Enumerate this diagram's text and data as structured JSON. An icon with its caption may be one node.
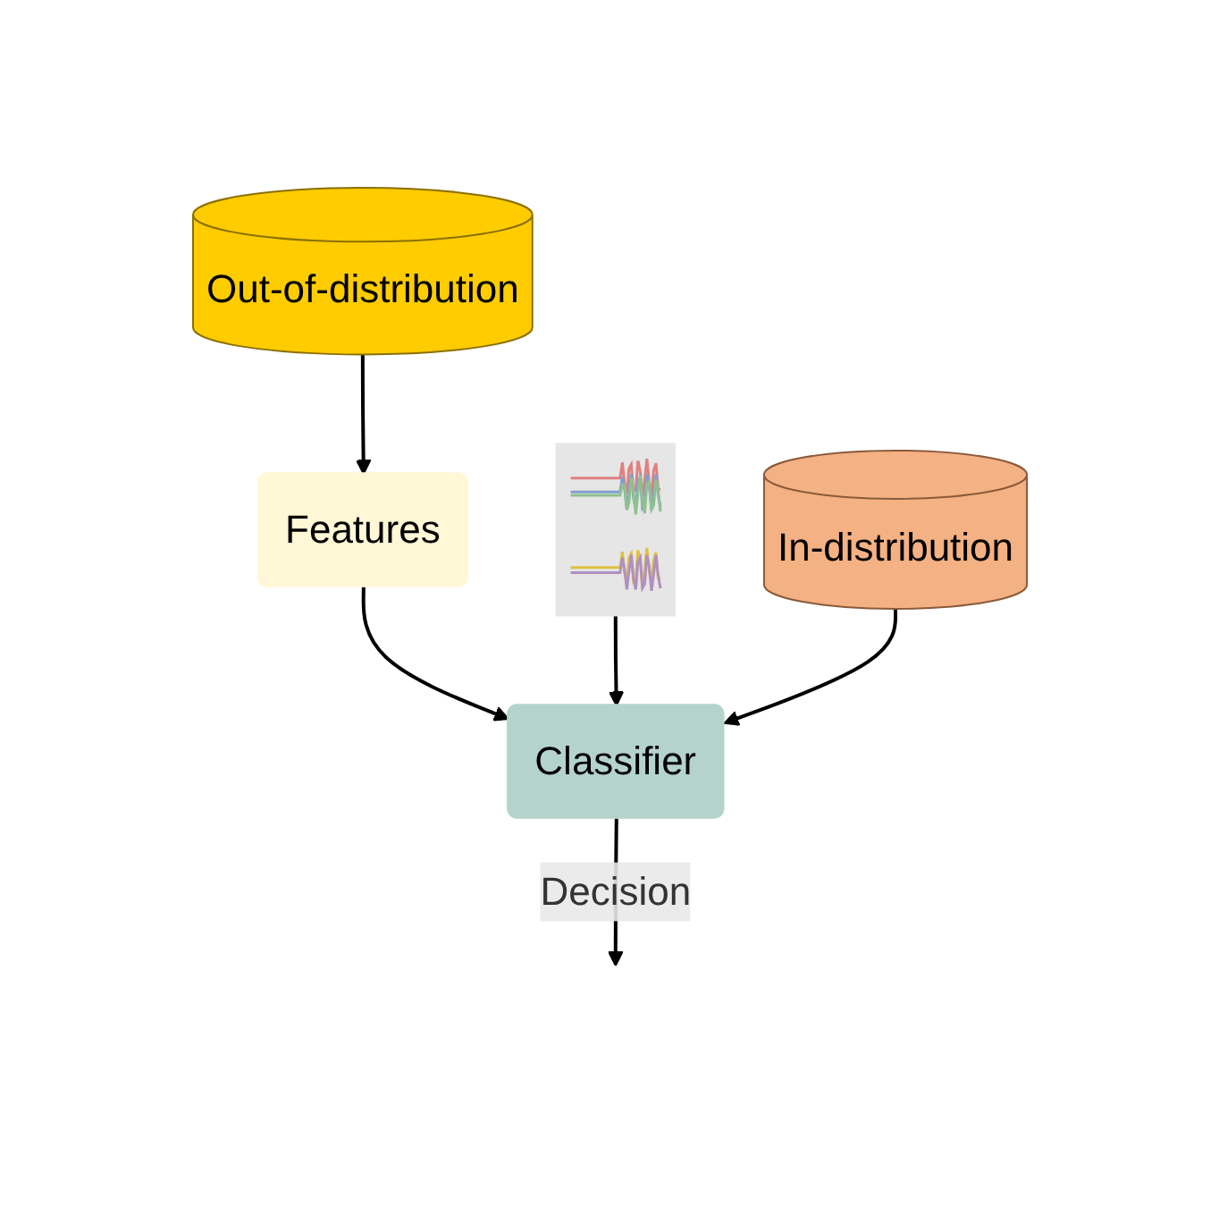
{
  "diagram": {
    "nodes": [
      {
        "text": [
          "Out-of-distribution"
        ]
      },
      {
        "text": [
          "Features"
        ]
      },
      {
        "text": [],
        "shape": "picture"
      },
      {
        "text": [
          "Classifier"
        ]
      },
      {
        "text": [
          "In-distribution"
        ]
      }
    ],
    "edges": [
      {
        "from": 0,
        "to": 1,
        "arrow": "to"
      },
      {
        "from": 1,
        "to": 3,
        "arrow": "to"
      },
      {
        "from": 2,
        "to": 3,
        "arrow": "to"
      },
      {
        "from": 4,
        "to": 3,
        "arrow": "to"
      },
      {
        "from": 3,
        "to": null,
        "label": "Decision",
        "arrow": "to"
      }
    ]
  }
}
